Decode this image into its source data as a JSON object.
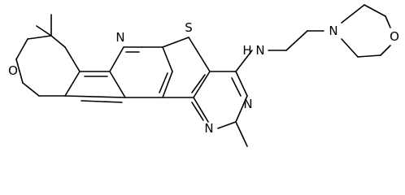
{
  "molecule": {
    "atom_labels": {
      "oxygen_pyran": "O",
      "nitrogen_pyridine": "N",
      "sulfur_thiophene": "S",
      "nitrogen_amine": "N",
      "hydrogen_amine": "H",
      "nitrogen_pyrimidine_upper": "N",
      "nitrogen_pyrimidine_lower": "N",
      "nitrogen_morpholine": "N",
      "oxygen_morpholine": "O"
    }
  }
}
